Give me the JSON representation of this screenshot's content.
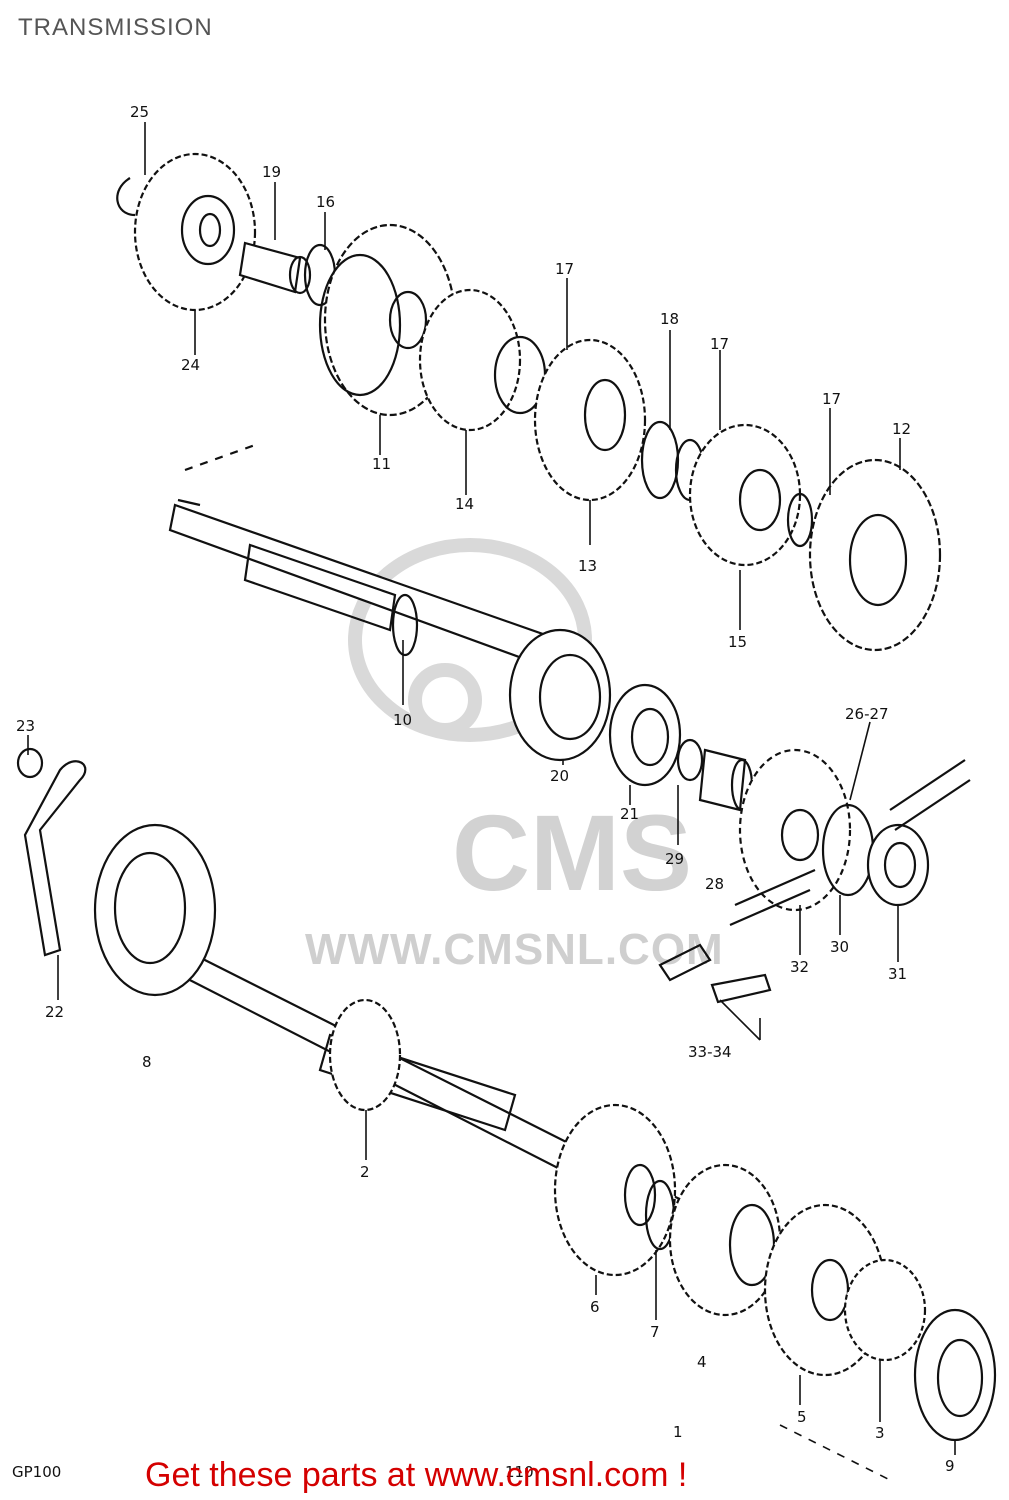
{
  "header": {
    "title": "TRANSMISSION"
  },
  "footer": {
    "model": "GP100",
    "cta": "Get these parts at www.cmsnl.com !"
  },
  "watermark": {
    "brand": "CMS",
    "url": "WWW.CMSNL.COM"
  },
  "callouts": [
    {
      "id": "c25",
      "text": "25"
    },
    {
      "id": "c19",
      "text": "19"
    },
    {
      "id": "c16",
      "text": "16"
    },
    {
      "id": "c24",
      "text": "24"
    },
    {
      "id": "c11",
      "text": "11"
    },
    {
      "id": "c14",
      "text": "14"
    },
    {
      "id": "c17a",
      "text": "17"
    },
    {
      "id": "c18",
      "text": "18"
    },
    {
      "id": "c17b",
      "text": "17"
    },
    {
      "id": "c17c",
      "text": "17"
    },
    {
      "id": "c12",
      "text": "12"
    },
    {
      "id": "c13",
      "text": "13"
    },
    {
      "id": "c15",
      "text": "15"
    },
    {
      "id": "c10",
      "text": "10"
    },
    {
      "id": "c20",
      "text": "20"
    },
    {
      "id": "c21",
      "text": "21"
    },
    {
      "id": "c29",
      "text": "29"
    },
    {
      "id": "c28",
      "text": "28"
    },
    {
      "id": "c2627",
      "text": "26-27"
    },
    {
      "id": "c30",
      "text": "30"
    },
    {
      "id": "c31",
      "text": "31"
    },
    {
      "id": "c32",
      "text": "32"
    },
    {
      "id": "c3334",
      "text": "33-34"
    },
    {
      "id": "c23",
      "text": "23"
    },
    {
      "id": "c22",
      "text": "22"
    },
    {
      "id": "c8",
      "text": "8"
    },
    {
      "id": "c2",
      "text": "2"
    },
    {
      "id": "c6",
      "text": "6"
    },
    {
      "id": "c7",
      "text": "7"
    },
    {
      "id": "c4",
      "text": "4"
    },
    {
      "id": "c1",
      "text": "1"
    },
    {
      "id": "c5",
      "text": "5"
    },
    {
      "id": "c3",
      "text": "3"
    },
    {
      "id": "c9",
      "text": "9"
    },
    {
      "id": "c110",
      "text": "110"
    }
  ],
  "colors": {
    "ink": "#111111",
    "cta": "#d40000",
    "watermark": "#d2d2d2"
  }
}
